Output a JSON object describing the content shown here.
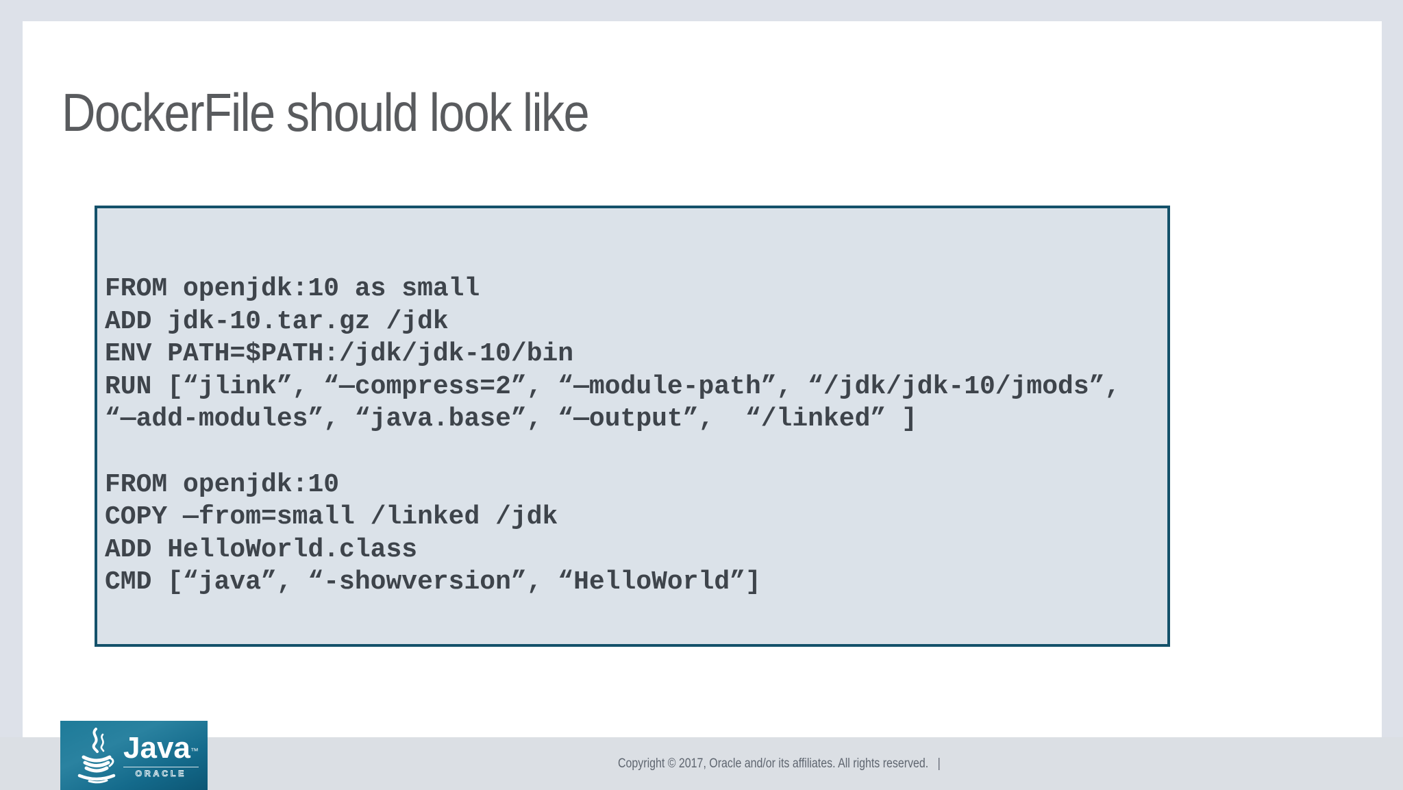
{
  "slide": {
    "title": "DockerFile should look like",
    "code_block": {
      "lines": [
        "FROM openjdk:10 as small",
        "ADD jdk-10.tar.gz /jdk",
        "ENV PATH=$PATH:/jdk/jdk-10/bin",
        "RUN [“jlink”, “—compress=2”, “—module-path”, “/jdk/jdk-10/jmods”,",
        "“—add-modules”, “java.base”, “—output”,  “/linked” ]",
        "",
        "FROM openjdk:10",
        "COPY —from=small /linked /jdk",
        "ADD HelloWorld.class",
        "CMD [“java”, “-showversion”, “HelloWorld”]"
      ]
    },
    "footer": {
      "copyright": "Copyright © 2017, Oracle and/or its affiliates. All rights reserved.",
      "separator": "|"
    },
    "logo": {
      "brand": "Java",
      "trademark": "™",
      "subbrand": "ORACLE"
    }
  },
  "colors": {
    "frame_bg": "#dde1e9",
    "footer_bg": "#dbdfe4",
    "slide_bg": "#ffffff",
    "code_bg": "#dbe2e9",
    "code_border": "#14516a",
    "code_text": "#3e444b",
    "title_text": "#595b5e",
    "copyright_text": "#5f6670",
    "badge_teal": "#1e7b99"
  }
}
